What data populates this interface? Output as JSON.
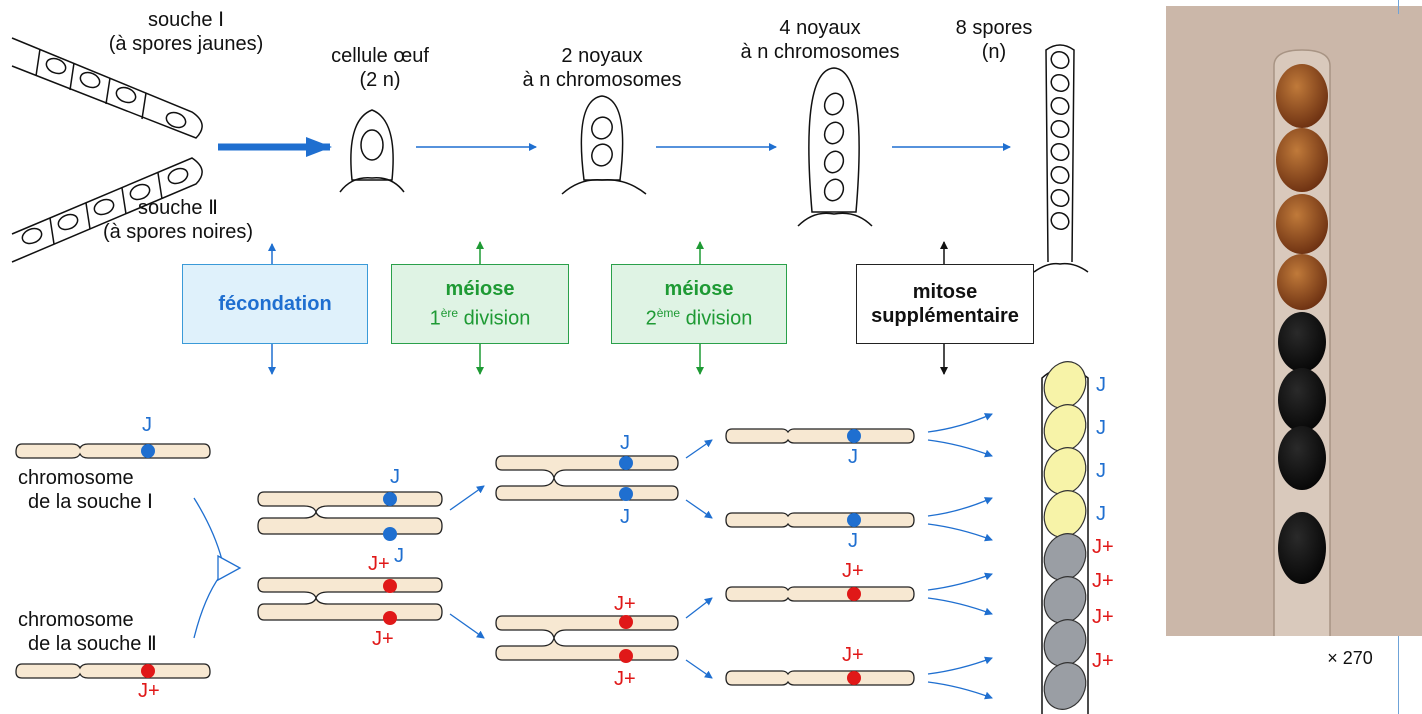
{
  "top_row": {
    "strain1": [
      "souche Ⅰ",
      "(à spores jaunes)"
    ],
    "strain2": [
      "souche Ⅱ",
      "(à spores noires)"
    ],
    "stage_egg": [
      "cellule œuf",
      "(2 n)"
    ],
    "stage_2n": [
      "2 noyaux",
      "à n chromosomes"
    ],
    "stage_4n": [
      "4 noyaux",
      "à n chromosomes"
    ],
    "stage_8": [
      "8 spores",
      "(n)"
    ]
  },
  "process_boxes": {
    "fecondation": "fécondation",
    "meiose1_title": "méiose",
    "meiose1_num": "1",
    "meiose1_sup": "ère",
    "meiose1_word": " division",
    "meiose2_title": "méiose",
    "meiose2_num": "2",
    "meiose2_sup": "ème",
    "meiose2_word": " division",
    "mitose_line1": "mitose",
    "mitose_line2": "supplémentaire"
  },
  "bottom_labels": {
    "chrom1": [
      "chromosome",
      "de la souche Ⅰ"
    ],
    "chrom2": [
      "chromosome",
      "de la souche Ⅱ"
    ]
  },
  "alleles": {
    "j": "J",
    "jplus": "J+"
  },
  "spore_labels": [
    "J",
    "J",
    "J",
    "J",
    "J+",
    "J+",
    "J+",
    "J+"
  ],
  "magnification": "× 270",
  "colors": {
    "blue_arrow": "#1f6fd0",
    "red": "#e01818",
    "chromosome": "#f7e8d2",
    "yellow_spore": "#f7f3a8",
    "grey_spore": "#9a9ea4"
  }
}
